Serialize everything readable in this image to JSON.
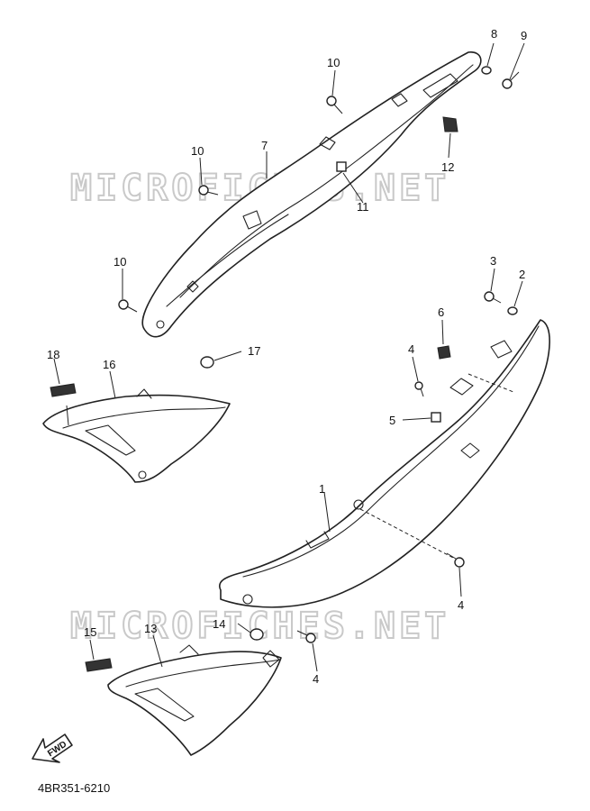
{
  "watermark": "MICROFICHES.NET",
  "diagram_code": "4BR351-6210",
  "fwd_label": "FWD",
  "callouts": {
    "c1": "1",
    "c2": "2",
    "c3": "3",
    "c4a": "4",
    "c4b": "4",
    "c4c": "4",
    "c5": "5",
    "c6": "6",
    "c7": "7",
    "c8": "8",
    "c9": "9",
    "c10a": "10",
    "c10b": "10",
    "c10c": "10",
    "c11": "11",
    "c12": "12",
    "c13": "13",
    "c14": "14",
    "c15": "15",
    "c16": "16",
    "c17": "17",
    "c18": "18"
  }
}
